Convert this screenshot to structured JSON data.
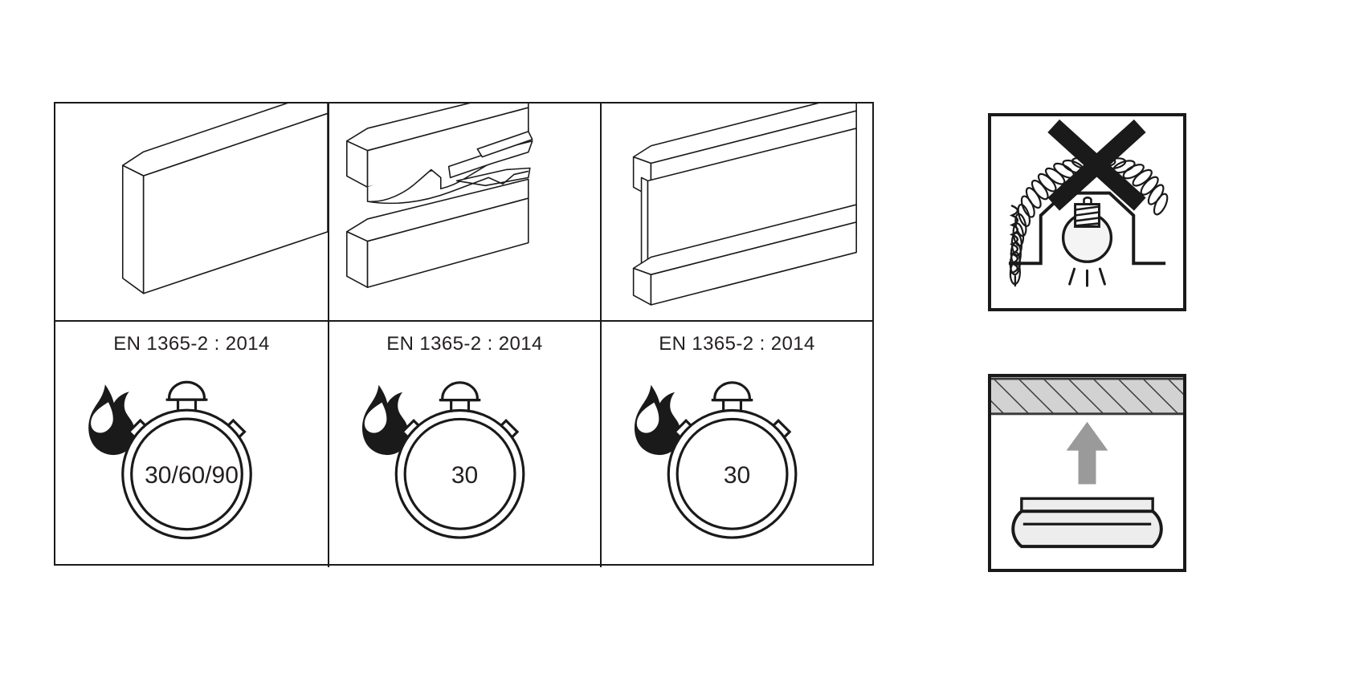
{
  "diagram": {
    "title": "Fire rated beam / joist installation pictograms",
    "colors": {
      "line": "#1a1a1a",
      "text": "#231f20",
      "hatch_fill": "#d2d2d2",
      "arrow_gray": "#9a9a9a",
      "fixture_fill": "#e8e8e8",
      "bulb_fill": "#f2f2f2"
    }
  },
  "panels": [
    {
      "id": "panel-solid-beam",
      "illustration_name": "solid-rectangular-beam-isometric",
      "illustration_caption": "Solid rectangular timber beam shown in isometric view",
      "standard": "EN 1365-2 : 2014",
      "flame_icon": "flame-icon",
      "timer_icon": "stopwatch-icon",
      "rating_minutes": "30/60/90"
    },
    {
      "id": "panel-broken-beam",
      "illustration_name": "split-beam-torn-fracture-isometric",
      "illustration_caption": "Two beam sections with a torn / fractured separation",
      "standard": "EN 1365-2 : 2014",
      "flame_icon": "flame-icon",
      "timer_icon": "stopwatch-icon",
      "rating_minutes": "30"
    },
    {
      "id": "panel-i-joist",
      "illustration_name": "i-joist-web-beam-isometric",
      "illustration_caption": "I-joist with flanges and thin web shown in isometric view",
      "standard": "EN 1365-2 : 2014",
      "flame_icon": "flame-icon",
      "timer_icon": "stopwatch-icon",
      "rating_minutes": "30"
    }
  ],
  "side_pictograms": [
    {
      "id": "pic-no-enclosed-luminaire",
      "name": "no-insulation-over-luminaire",
      "icons": [
        "prohibition-cross-icon",
        "insulation-coil-icon",
        "light-bulb-icon",
        "light-rays-icon"
      ],
      "meaning": "Do not cover the luminaire with thermal insulation"
    },
    {
      "id": "pic-ceiling-mount",
      "name": "surface-ceiling-mounting",
      "icons": [
        "hatched-ceiling-icon",
        "up-arrow-icon",
        "luminaire-profile-icon"
      ],
      "meaning": "Luminaire mounts directly to the ceiling surface"
    }
  ]
}
